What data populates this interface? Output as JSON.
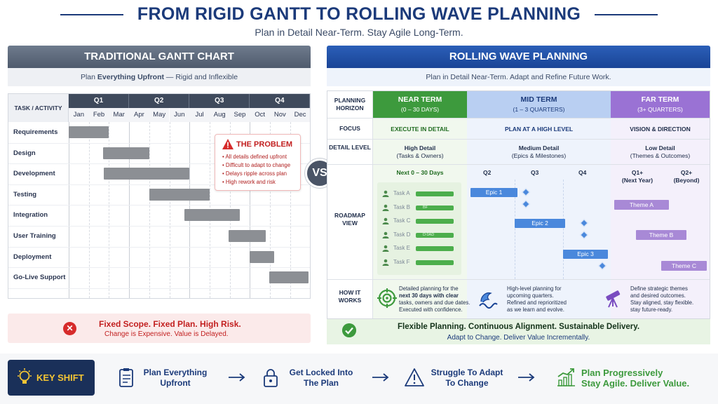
{
  "title": "FROM RIGID GANTT TO ROLLING WAVE PLANNING",
  "subtitle": "Plan in Detail Near-Term.  Stay Agile Long-Term.",
  "left": {
    "header": "TRADITIONAL GANTT CHART",
    "sub_prefix": "Plan ",
    "sub_bold1": "Everything Upfront",
    "sub_mid": " —  Rigid and Inflexible",
    "corner": "TASK / ACTIVITY",
    "quarters": [
      "Q1",
      "Q2",
      "Q3",
      "Q4"
    ],
    "months": [
      "Jan",
      "Feb",
      "Mar",
      "Apr",
      "May",
      "Jun",
      "Jul",
      "Aug",
      "Sep",
      "Oct",
      "Nov",
      "Dec"
    ],
    "tasks": [
      {
        "name": "Requirements",
        "start": 0.0,
        "end": 2.0
      },
      {
        "name": "Design",
        "start": 1.7,
        "end": 4.0
      },
      {
        "name": "Development",
        "start": 1.75,
        "end": 6.0
      },
      {
        "name": "Testing",
        "start": 4.0,
        "end": 7.0
      },
      {
        "name": "Integration",
        "start": 5.75,
        "end": 8.5
      },
      {
        "name": "User Training",
        "start": 7.95,
        "end": 9.8
      },
      {
        "name": "Deployment",
        "start": 9.0,
        "end": 10.2
      },
      {
        "name": "Go-Live Support",
        "start": 9.95,
        "end": 11.9
      }
    ],
    "problem": {
      "title": "THE PROBLEM",
      "items": [
        "• All details defined upfront",
        "• Difficult to adapt to change",
        "• Delays ripple across plan",
        "• High rework and risk"
      ]
    },
    "footer": {
      "line1": "Fixed Scope.  Fixed Plan.  High Risk.",
      "line2": "Change is Expensive.  Value is Delayed."
    }
  },
  "vs": "VS",
  "right": {
    "header": "ROLLING WAVE PLANNING",
    "sub": "Plan in Detail Near-Term.  Adapt and Refine Future Work.",
    "row_labels": {
      "horizon": "PLANNING HORIZON",
      "focus": "FOCUS",
      "detail": "DETAIL LEVEL",
      "roadmap": "ROADMAP VIEW",
      "how": "HOW IT WORKS"
    },
    "near": {
      "title": "NEAR TERM",
      "range": "(0 – 30 DAYS)",
      "focus": "EXECUTE IN DETAIL",
      "detail": "High Detail",
      "detail_sub": "(Tasks & Owners)",
      "roadmap_head": "Next 0 – 30 Days",
      "tasks": [
        {
          "label": "Task A",
          "tag": ""
        },
        {
          "label": "Task B",
          "tag": "BF"
        },
        {
          "label": "Task C",
          "tag": ""
        },
        {
          "label": "Task D",
          "tag": "D:0AD"
        },
        {
          "label": "Task E",
          "tag": ""
        },
        {
          "label": "Task F",
          "tag": ""
        }
      ],
      "how": [
        "Detailed planning for the",
        "next 30 days with clear",
        "tasks, owners and due dates.",
        "Executed with confidence."
      ]
    },
    "mid": {
      "title": "MID TERM",
      "range": "(1 – 3 QUARTERS)",
      "focus": "PLAN AT A HIGH LEVEL",
      "detail": "Medium Detail",
      "detail_sub": "(Epics & Milestones)",
      "quarters": [
        "Q2",
        "Q3",
        "Q4"
      ],
      "epics": [
        "Epic 1",
        "Epic 2",
        "Epic 3"
      ],
      "how": [
        "High-level planning for",
        "upcoming quarters.",
        "Refined and reprioritized",
        "as we learn and evolve."
      ]
    },
    "far": {
      "title": "FAR TERM",
      "range": "(3+ QUARTERS)",
      "focus": "VISION & DIRECTION",
      "detail": "Low Detail",
      "detail_sub": "(Themes & Outcomes)",
      "col1": "Q1+",
      "col1_sub": "(Next Year)",
      "col2": "Q2+",
      "col2_sub": "(Beyond)",
      "themes": [
        "Theme A",
        "Theme B",
        "Theme C"
      ],
      "how": [
        "Define strategic themes",
        "and desired outcomes.",
        "Stay aligned, stay flexible.",
        "stay future-ready."
      ]
    },
    "footer": {
      "line1": "Flexible Planning.  Continuous Alignment.  Sustainable Delivery.",
      "line2": "Adapt to Change.  Deliver Value Incrementally."
    }
  },
  "bottom": {
    "key": "KEY SHIFT",
    "steps": [
      {
        "line1": "Plan Everything",
        "line2": "Upfront"
      },
      {
        "line1": "Get Locked Into",
        "line2": "The Plan"
      },
      {
        "line1": "Struggle To Adapt",
        "line2": "To Change"
      }
    ],
    "final_line1": "Plan Progressively",
    "final_line2": "Stay Agile. Deliver Value."
  },
  "colors": {
    "navy": "#1b3a7a",
    "near_green": "#3d9a3d",
    "mid_blue": "#4a88dc",
    "far_purple": "#9a72d4",
    "gantt_bar": "#8c8f94",
    "problem_red": "#c21f1f"
  }
}
